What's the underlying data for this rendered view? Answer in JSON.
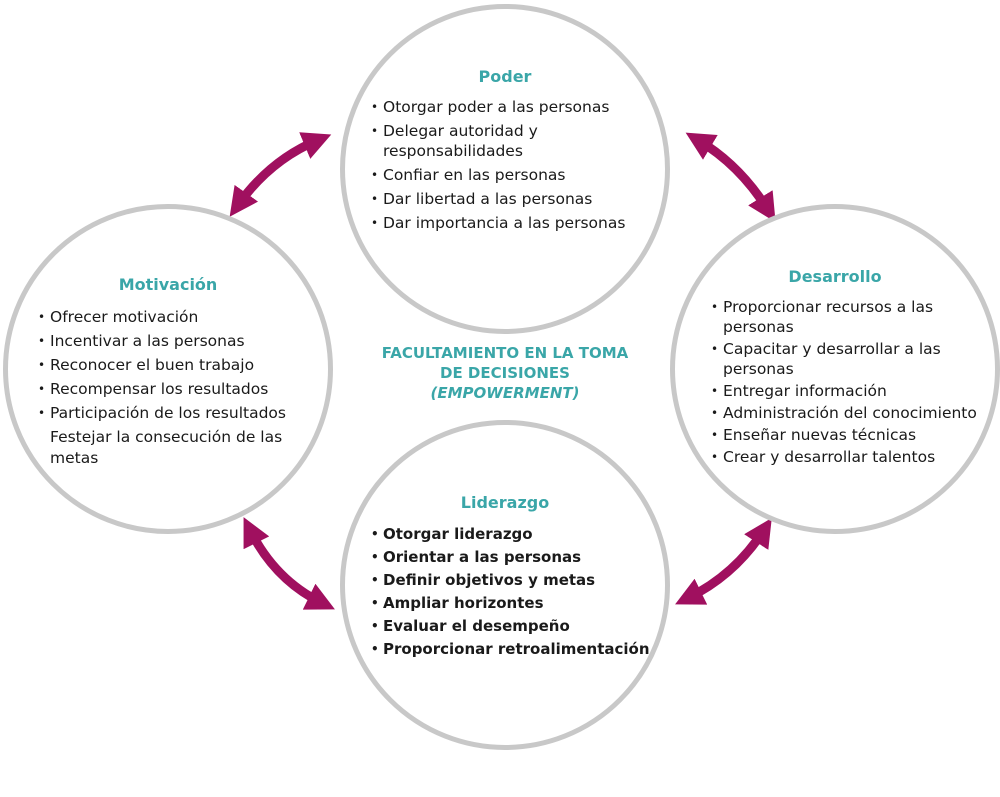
{
  "center": {
    "line1": "FACULTAMIENTO EN LA TOMA",
    "line2": "DE DECISIONES",
    "line3": "(EMPOWERMENT)"
  },
  "colors": {
    "accent": "#3aa6a8",
    "arrow": "#a0105f",
    "circle_border": "#c8c8c8"
  },
  "poder": {
    "title": "Poder",
    "items": [
      "Otorgar poder a las personas",
      "Delegar autoridad y responsabilidades",
      "Confiar en las personas",
      "Dar libertad a las personas",
      "Dar importancia a las personas"
    ]
  },
  "motivacion": {
    "title": "Motivación",
    "items": [
      "Ofrecer motivación",
      "Incentivar a las personas",
      "Reconocer el buen trabajo",
      "Recompensar los resultados",
      "Participación de los resultados",
      "Festejar la consecución de las metas"
    ]
  },
  "desarrollo": {
    "title": "Desarrollo",
    "items": [
      "Proporcionar recursos a las personas",
      "Capacitar y desarrollar a las personas",
      "Entregar información",
      "Administración del conocimiento",
      "Enseñar nuevas técnicas",
      "Crear y desarrollar talentos"
    ]
  },
  "liderazgo": {
    "title": "Liderazgo",
    "items": [
      "Otorgar liderazgo",
      "Orientar a las personas",
      "Definir objetivos y metas",
      "Ampliar horizontes",
      "Evaluar el desempeño",
      "Proporcionar retroalimentación"
    ]
  }
}
